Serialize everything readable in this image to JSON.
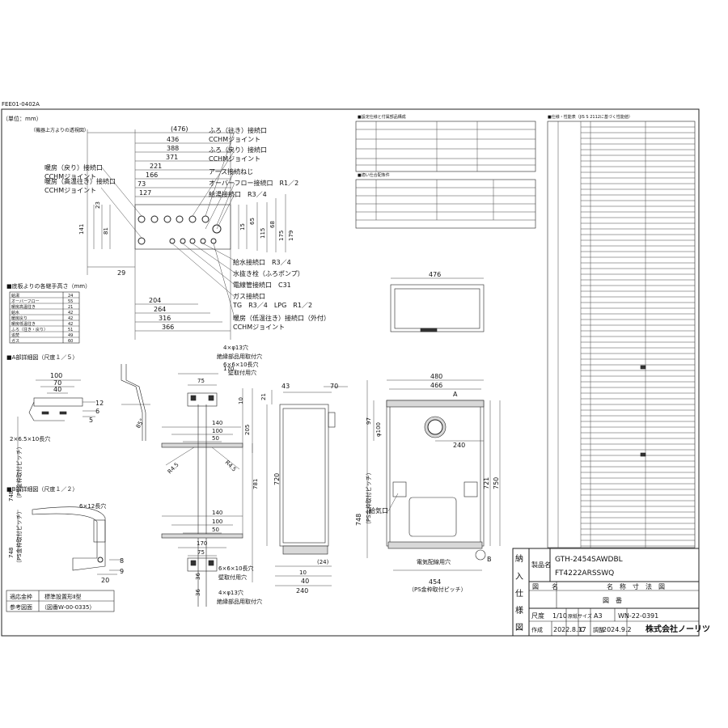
{
  "header": {
    "drawing_code": "FEE01-0402A",
    "unit_note": "（単位：mm）",
    "top_view_label": "（機器上方よりの透視図）"
  },
  "top_view": {
    "dims_horizontal": [
      "(476)",
      "436",
      "388",
      "371",
      "221",
      "166",
      "127",
      "73",
      "29",
      "204",
      "264",
      "316",
      "366"
    ],
    "dims_vertical": [
      "141",
      "23",
      "81",
      "15",
      "65",
      "115",
      "68",
      "175",
      "179"
    ],
    "callouts": [
      "ふろ（往き）接続口",
      "CCHMジョイント",
      "ふろ（戻り）接続口",
      "CCHMジョイント",
      "アース接続ねじ",
      "オーバーフロー接続口　R1／2",
      "給湯接続口　R3／4",
      "暖房（戻り）接続口",
      "CCHMジョイント",
      "暖房（高温往き）接続口",
      "CCHMジョイント",
      "給水接続口　R3／4",
      "水抜き栓（ふろポンプ）",
      "電線管接続口　C31",
      "ガス接続口",
      "TG　R3／4　LPG　R1／2",
      "暖房（低温往き）接続口（外付）",
      "CCHMジョイント"
    ]
  },
  "floor_heights": {
    "title": "■底板よりの各継手高さ（mm）",
    "rows": [
      {
        "name": "給湯",
        "value": "24"
      },
      {
        "name": "オーバーフロー",
        "value": "55"
      },
      {
        "name": "暖房高温往き",
        "value": "21"
      },
      {
        "name": "給水",
        "value": "42"
      },
      {
        "name": "暖房戻り",
        "value": "42"
      },
      {
        "name": "暖房低温往き",
        "value": "42"
      },
      {
        "name": "ふろ（往き・戻り）",
        "value": "51"
      },
      {
        "name": "追焚",
        "value": "49"
      },
      {
        "name": "ガス",
        "value": "60"
      }
    ]
  },
  "detail_a": {
    "title": "■A部詳細図（尺度１／５）",
    "dims": [
      "100",
      "70",
      "40",
      "12",
      "6",
      "5",
      "2×6.5×10長穴",
      "85°",
      "748",
      "（PS金枠取付ピッチ）"
    ]
  },
  "detail_b": {
    "title": "■B部詳細図（尺度１／２）",
    "dims": [
      "6×12長穴",
      "748",
      "（PS金枠取付ピッチ）",
      "8",
      "9",
      "20"
    ]
  },
  "side_bracket": {
    "top_dims": [
      "170",
      "75",
      "4×φ13穴",
      "絶縁部品用取付穴",
      "6×6×10長穴",
      "壁取付用穴",
      "140",
      "100",
      "50",
      "10",
      "205",
      "781",
      "R4.5",
      "R4.5"
    ],
    "bottom_dims": [
      "140",
      "100",
      "50",
      "170",
      "75",
      "36",
      "36",
      "6×6×10長穴",
      "壁取付用穴",
      "4×φ13穴",
      "絶縁部品用取付穴"
    ]
  },
  "side_view": {
    "dims": [
      "43",
      "70",
      "21",
      "720",
      "(24)",
      "10",
      "40",
      "240"
    ]
  },
  "top_small_view": {
    "dims": [
      "476"
    ]
  },
  "front_view": {
    "dims": [
      "480",
      "466",
      "240",
      "97",
      "φ100",
      "721",
      "750",
      "454",
      "（PS金枠取付ピッチ）",
      "748",
      "（PS金枠取付ピッチ）"
    ],
    "labels": [
      "A",
      "B",
      "給気口",
      "電気配線用穴"
    ]
  },
  "note_box": {
    "row1_label": "適応金枠",
    "row1_value": "標準設置形Ⅱ型",
    "row2_label": "参考図面",
    "row2_value": "（図番W-00-0335）"
  },
  "title_block": {
    "side_chars": [
      "納",
      "入",
      "仕",
      "様",
      "図"
    ],
    "product_name_label": "製品名",
    "product_names": [
      "GTH-2454SAWDBL",
      "FT4222ARSSWQ"
    ],
    "figure_name_label": "図　　名",
    "figure_name": "名　称　寸　法　図",
    "scale_label": "尺度",
    "scale_value": "1/10",
    "paper_label": "原紙サイズ",
    "paper_value": "A3",
    "drawing_no_label": "図　番",
    "drawing_no": "WN-22-0391",
    "created_label": "作成",
    "created_date": "2022.8.17",
    "revised_label": "調整",
    "revised_mark": "C",
    "revised_date": "2024.9.2",
    "company": "株式会社ノーリツ"
  },
  "spec_small": {
    "title": "■設定仕様と付属部品構成",
    "title2": "■適い仕合配条件"
  },
  "spec_right": {
    "title": "■仕様・性能表（JIS S 2112に基づく性能値）"
  }
}
